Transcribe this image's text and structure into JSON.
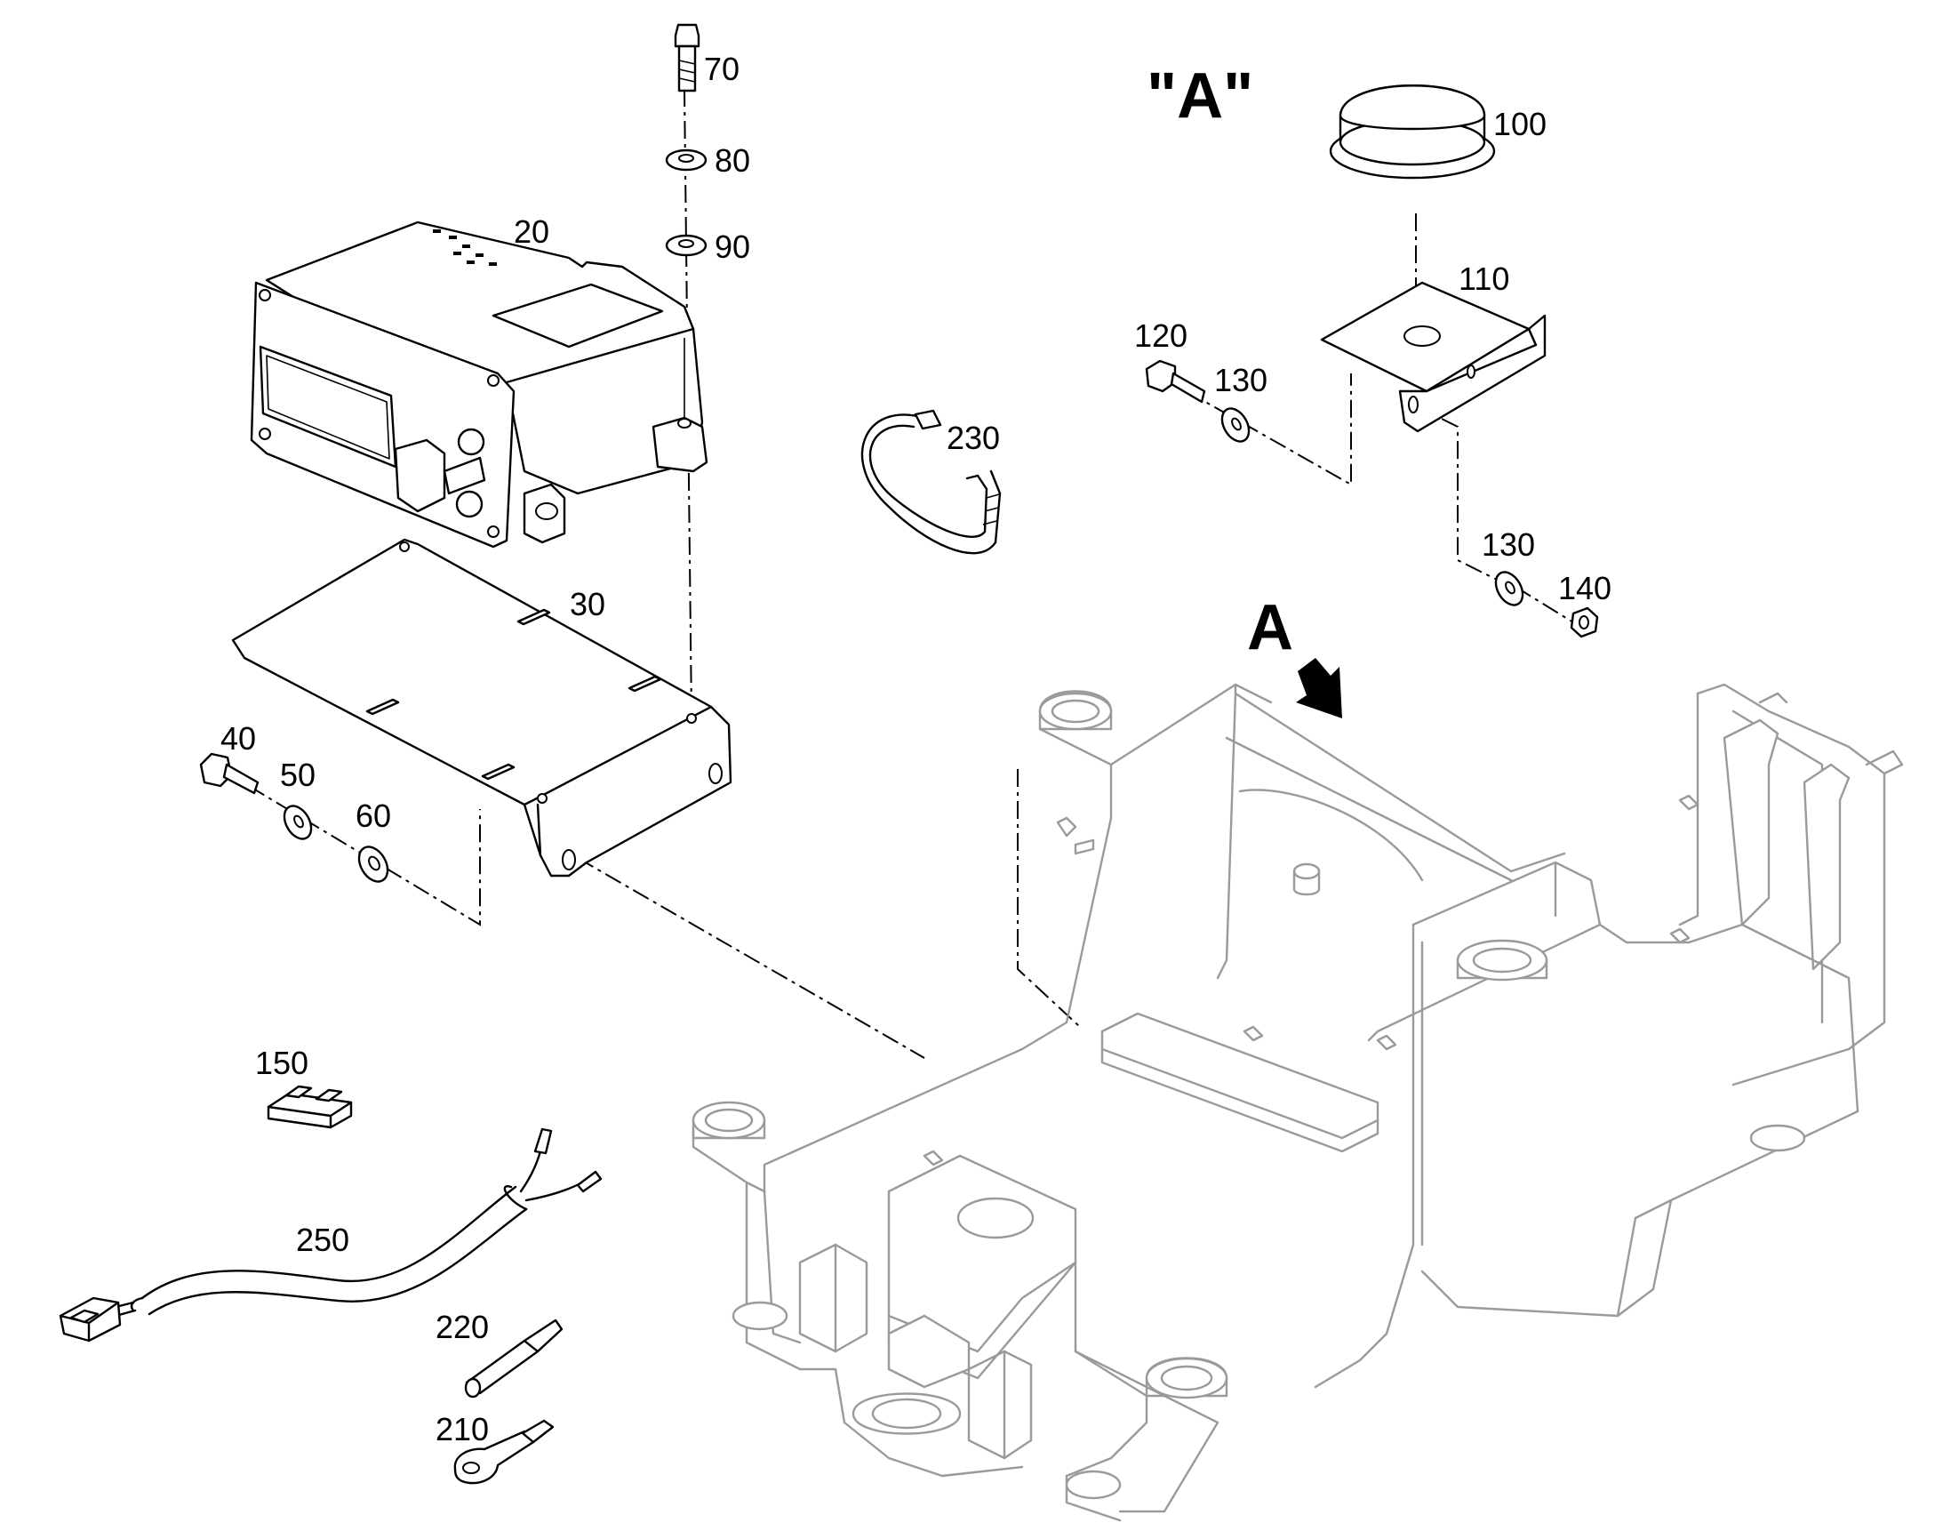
{
  "diagram": {
    "view_label": "\"A\"",
    "arrow_label": "A",
    "callouts": {
      "c20": "20",
      "c30": "30",
      "c40": "40",
      "c50": "50",
      "c60": "60",
      "c70": "70",
      "c80": "80",
      "c90": "90",
      "c100": "100",
      "c110": "110",
      "c120": "120",
      "c130a": "130",
      "c130b": "130",
      "c140": "140",
      "c150": "150",
      "c210": "210",
      "c220": "220",
      "c230": "230",
      "c250": "250"
    }
  }
}
